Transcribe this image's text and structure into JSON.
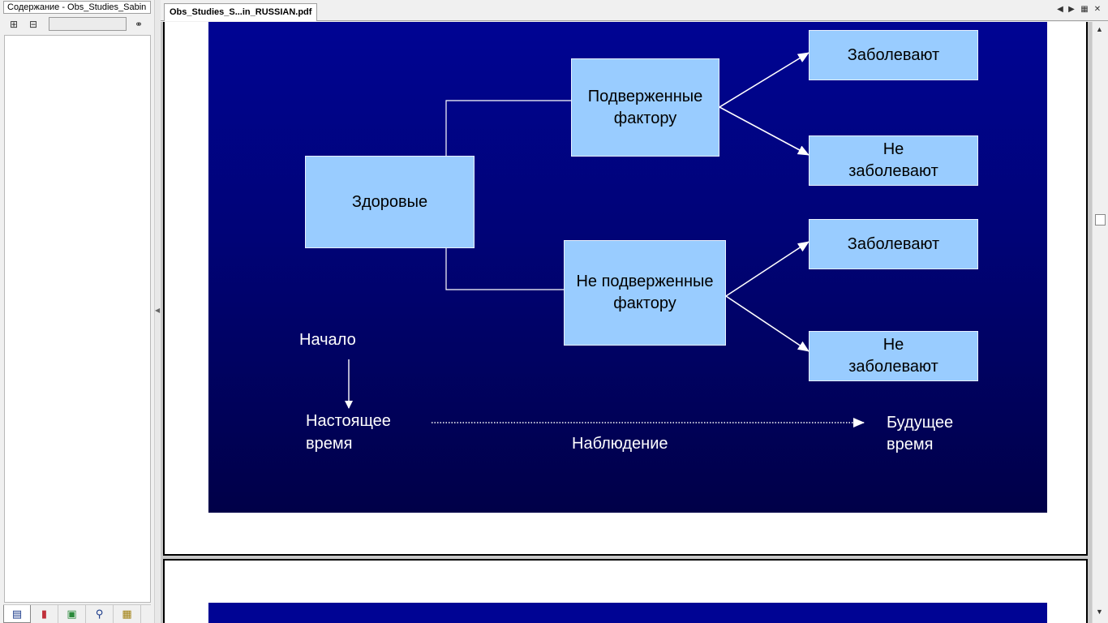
{
  "left_pane": {
    "title": "Содержание - Obs_Studies_Sabin",
    "toolbar": {
      "expand_icon": "expand-icon",
      "collapse_icon": "collapse-icon",
      "search_value": "",
      "find_icon": "binoculars-icon"
    },
    "bottom_tabs": [
      {
        "icon": "contents-icon",
        "glyph": "▤"
      },
      {
        "icon": "bookmarks-icon",
        "glyph": "▮"
      },
      {
        "icon": "thumbnails-icon",
        "glyph": "▣"
      },
      {
        "icon": "search-icon",
        "glyph": "⚲"
      },
      {
        "icon": "annotations-icon",
        "glyph": "▦"
      }
    ]
  },
  "tab": {
    "label": "Obs_Studies_S...in_RUSSIAN.pdf"
  },
  "nav": {
    "prev_glyph": "◀",
    "next_glyph": "▶",
    "menu_glyph": "▦",
    "close_glyph": "✕"
  },
  "slide": {
    "healthy": "Здоровые",
    "exposed": "Подверженные фактору",
    "unexposed": "Не подверженные фактору",
    "outcomes": {
      "sick1": "Заболевают",
      "notsick1_line1": "Не",
      "notsick1_line2": "заболевают",
      "sick2": "Заболевают",
      "notsick2_line1": "Не",
      "notsick2_line2": "заболевают"
    },
    "start": "Начало",
    "present_line1": "Настоящее",
    "present_line2": "время",
    "observation": "Наблюдение",
    "future_line1": "Будущее",
    "future_line2": "время"
  },
  "colors": {
    "box_fill": "#99ccff",
    "slide_top": "#000494",
    "slide_bottom": "#000048"
  }
}
